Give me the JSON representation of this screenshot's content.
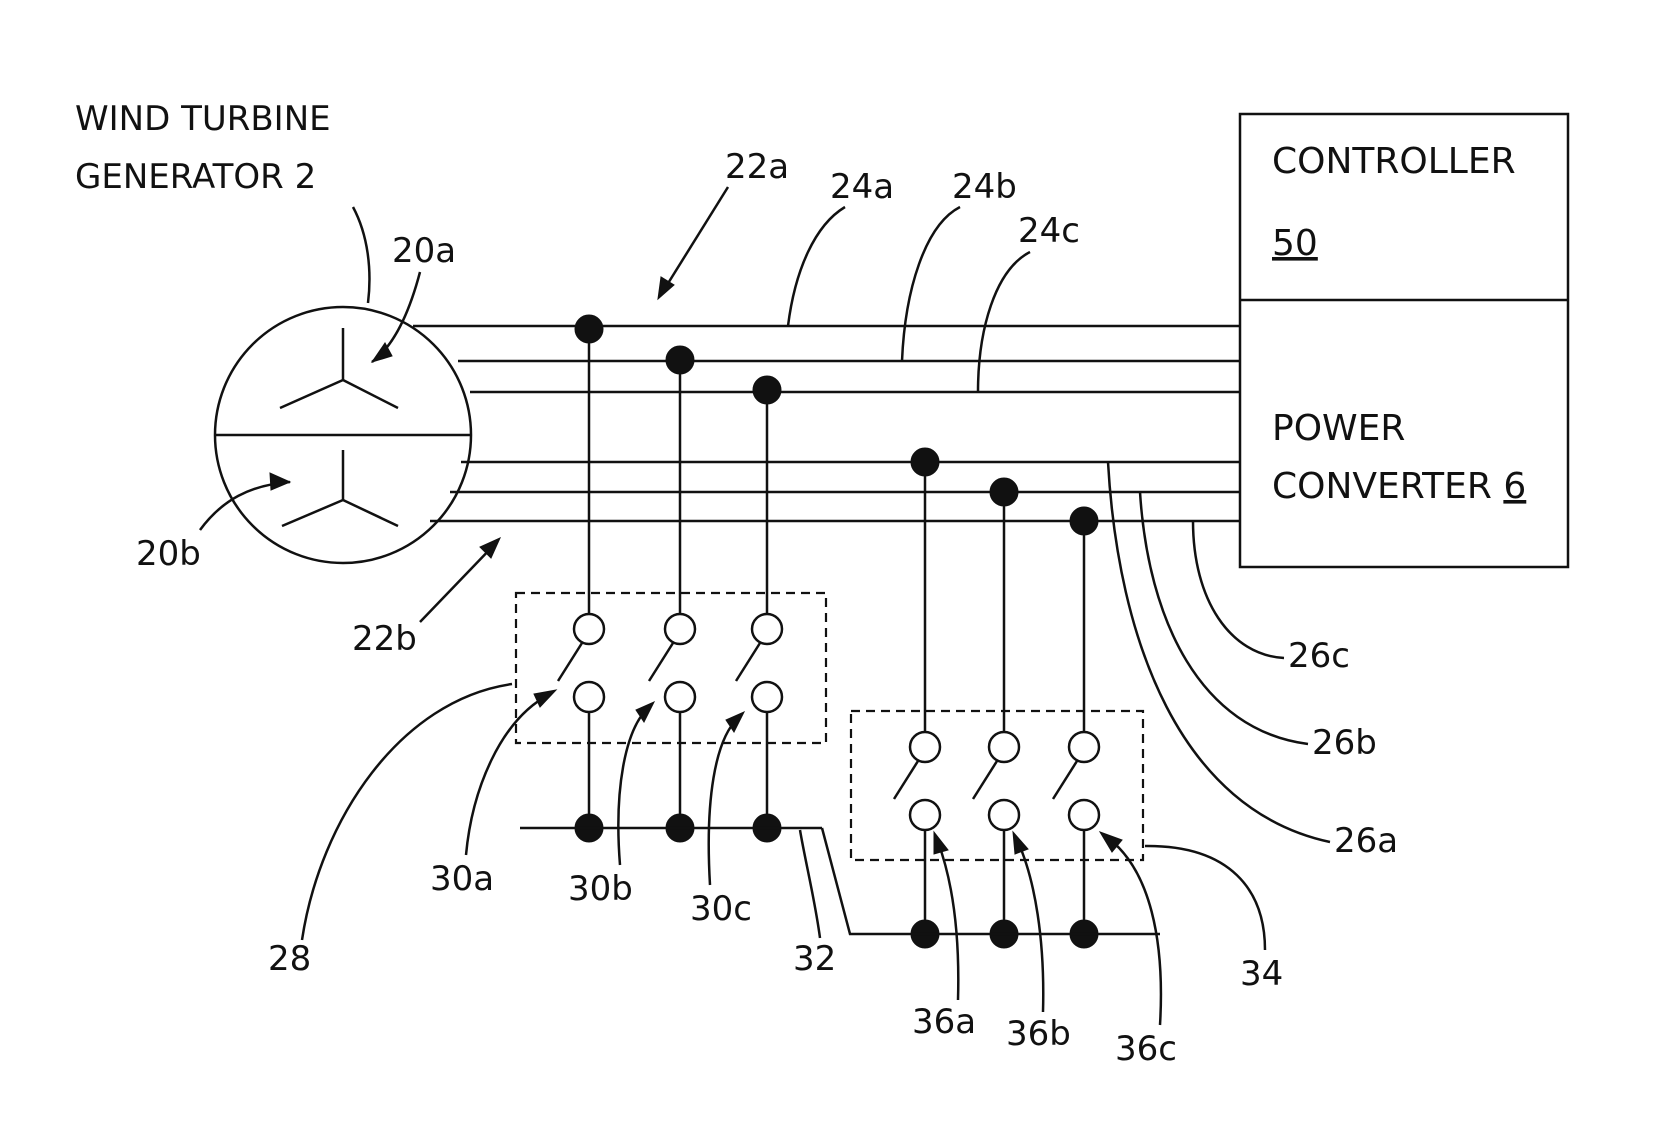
{
  "generator": {
    "title_line1": "WIND TURBINE",
    "title_line2": "GENERATOR  2",
    "winding_a": "20a",
    "winding_b": "20b"
  },
  "conductors": {
    "set_a": "22a",
    "set_b": "22b",
    "line_24a": "24a",
    "line_24b": "24b",
    "line_24c": "24c",
    "line_26a": "26a",
    "line_26b": "26b",
    "line_26c": "26c"
  },
  "controller": {
    "label": "CONTROLLER",
    "number": "50"
  },
  "converter": {
    "label_line1": "POWER",
    "label_line2": "CONVERTER ",
    "number": "6"
  },
  "switch_group_1": {
    "label": "28",
    "switches": [
      "30a",
      "30b",
      "30c"
    ]
  },
  "switch_group_2": {
    "label": "34",
    "switches": [
      "36a",
      "36b",
      "36c"
    ]
  },
  "short_bus": {
    "label": "32"
  }
}
